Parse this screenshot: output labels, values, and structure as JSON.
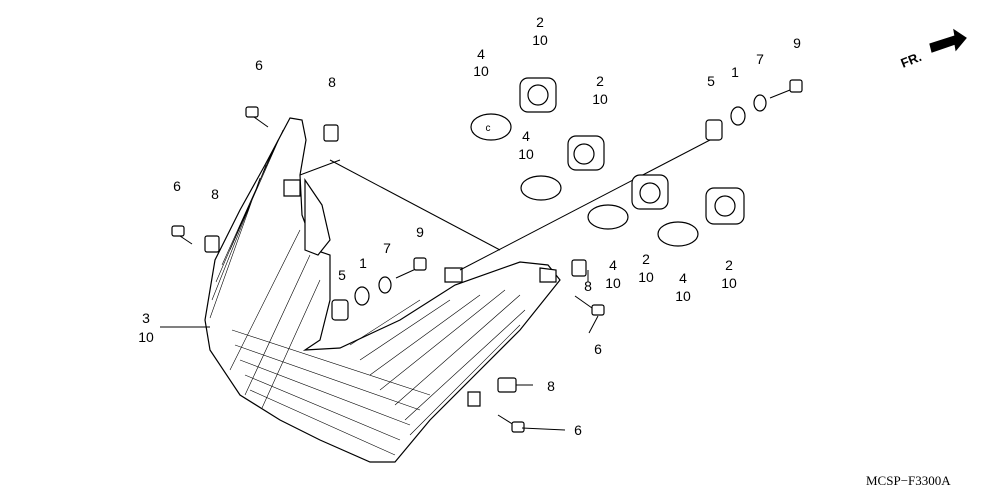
{
  "diagram": {
    "code_label": "MCSP−F3300A",
    "direction_label": "FR.",
    "callouts": [
      {
        "id": "c-4a",
        "top": "4",
        "bottom": "10"
      },
      {
        "id": "c-2a",
        "top": "2",
        "bottom": "10"
      },
      {
        "id": "c-2b",
        "top": "2",
        "bottom": "10"
      },
      {
        "id": "c-4b",
        "top": "4",
        "bottom": "10"
      },
      {
        "id": "c-5a",
        "top": "5"
      },
      {
        "id": "c-1a",
        "top": "1"
      },
      {
        "id": "c-7a",
        "top": "7"
      },
      {
        "id": "c-9a",
        "top": "9"
      },
      {
        "id": "c-6a",
        "top": "6"
      },
      {
        "id": "c-8a",
        "top": "8"
      },
      {
        "id": "c-6b",
        "top": "6"
      },
      {
        "id": "c-8b",
        "top": "8"
      },
      {
        "id": "c-3",
        "top": "3",
        "bottom": "10"
      },
      {
        "id": "c-5b",
        "top": "5"
      },
      {
        "id": "c-1b",
        "top": "1"
      },
      {
        "id": "c-7b",
        "top": "7"
      },
      {
        "id": "c-9b",
        "top": "9"
      },
      {
        "id": "c-8c",
        "top": "8"
      },
      {
        "id": "c-6c",
        "top": "6"
      },
      {
        "id": "c-2c",
        "top": "2",
        "bottom": "10"
      },
      {
        "id": "c-4c",
        "top": "4",
        "bottom": "10"
      },
      {
        "id": "c-4d",
        "top": "4",
        "bottom": "10"
      },
      {
        "id": "c-2d",
        "top": "2",
        "bottom": "10"
      },
      {
        "id": "c-8d",
        "top": "8"
      },
      {
        "id": "c-6d",
        "top": "6"
      }
    ]
  }
}
